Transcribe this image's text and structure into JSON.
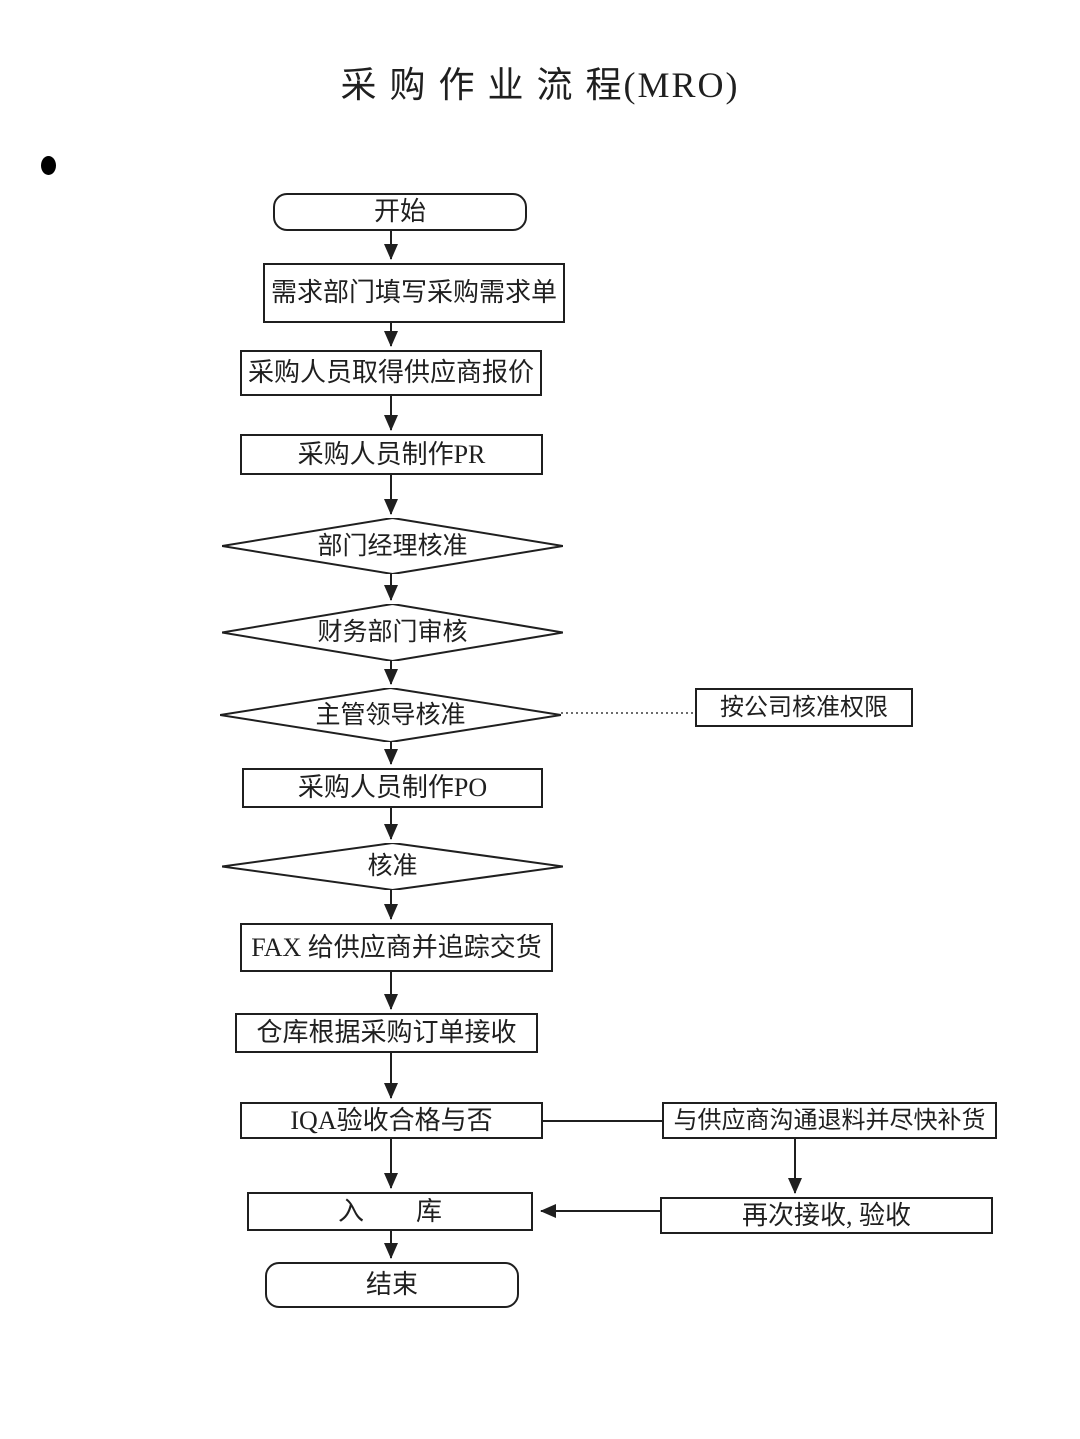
{
  "page": {
    "title": "采 购 作 业 流 程(MRO)"
  },
  "nodes": {
    "start": {
      "label": "开始"
    },
    "req": {
      "label": "需求部门填写采购需求单"
    },
    "quote": {
      "label": "采购人员取得供应商报价"
    },
    "pr": {
      "label": "采购人员制作PR"
    },
    "d1": {
      "label": "部门经理核准"
    },
    "d2": {
      "label": "财务部门审核"
    },
    "d3": {
      "label": "主管领导核准"
    },
    "note": {
      "label": "按公司核准权限"
    },
    "po": {
      "label": "采购人员制作PO"
    },
    "d4": {
      "label": "核准"
    },
    "fax": {
      "label": "FAX 给供应商并追踪交货"
    },
    "wh": {
      "label": "仓库根据采购订单接收"
    },
    "iqa": {
      "label": "IQA验收合格与否"
    },
    "comm": {
      "label": "与供应商沟通退料并尽快补货"
    },
    "into": {
      "label": "入　　库"
    },
    "recv": {
      "label": "再次接收, 验收"
    },
    "end": {
      "label": "结束"
    }
  }
}
